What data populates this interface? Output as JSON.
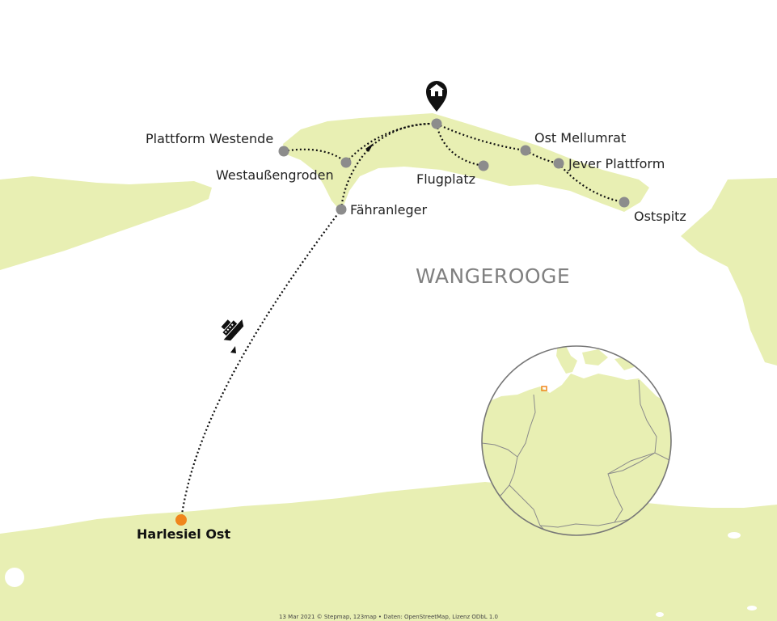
{
  "map": {
    "region_label": "WANGEROOGE",
    "attribution": "13 Mar 2021 © Stepmap, 123map • Daten: OpenStreetMap, Lizenz ODbL 1.0",
    "places": [
      {
        "id": "plattform-westende",
        "label": "Plattform Westende"
      },
      {
        "id": "westaussengroden",
        "label": "Westaußengroden"
      },
      {
        "id": "faehranleger",
        "label": "Fähranleger"
      },
      {
        "id": "flugplatz",
        "label": "Flugplatz"
      },
      {
        "id": "ost-mellumrat",
        "label": "Ost Mellumrat"
      },
      {
        "id": "jever-plattform",
        "label": "Jever Plattform"
      },
      {
        "id": "ostspitz",
        "label": "Ostspitz"
      },
      {
        "id": "harlesiel-ost",
        "label": "Harlesiel Ost"
      }
    ],
    "icons": {
      "accommodation": "house-pin-icon",
      "ferry": "ferry-icon"
    },
    "colors": {
      "land": "#e8efb3",
      "sea": "#ffffff",
      "marker": "#8c8c8c",
      "start_marker": "#f0861c",
      "route": "#111111",
      "region_label": "#808080"
    },
    "inset": {
      "highlight_color": "#f0861c"
    }
  }
}
